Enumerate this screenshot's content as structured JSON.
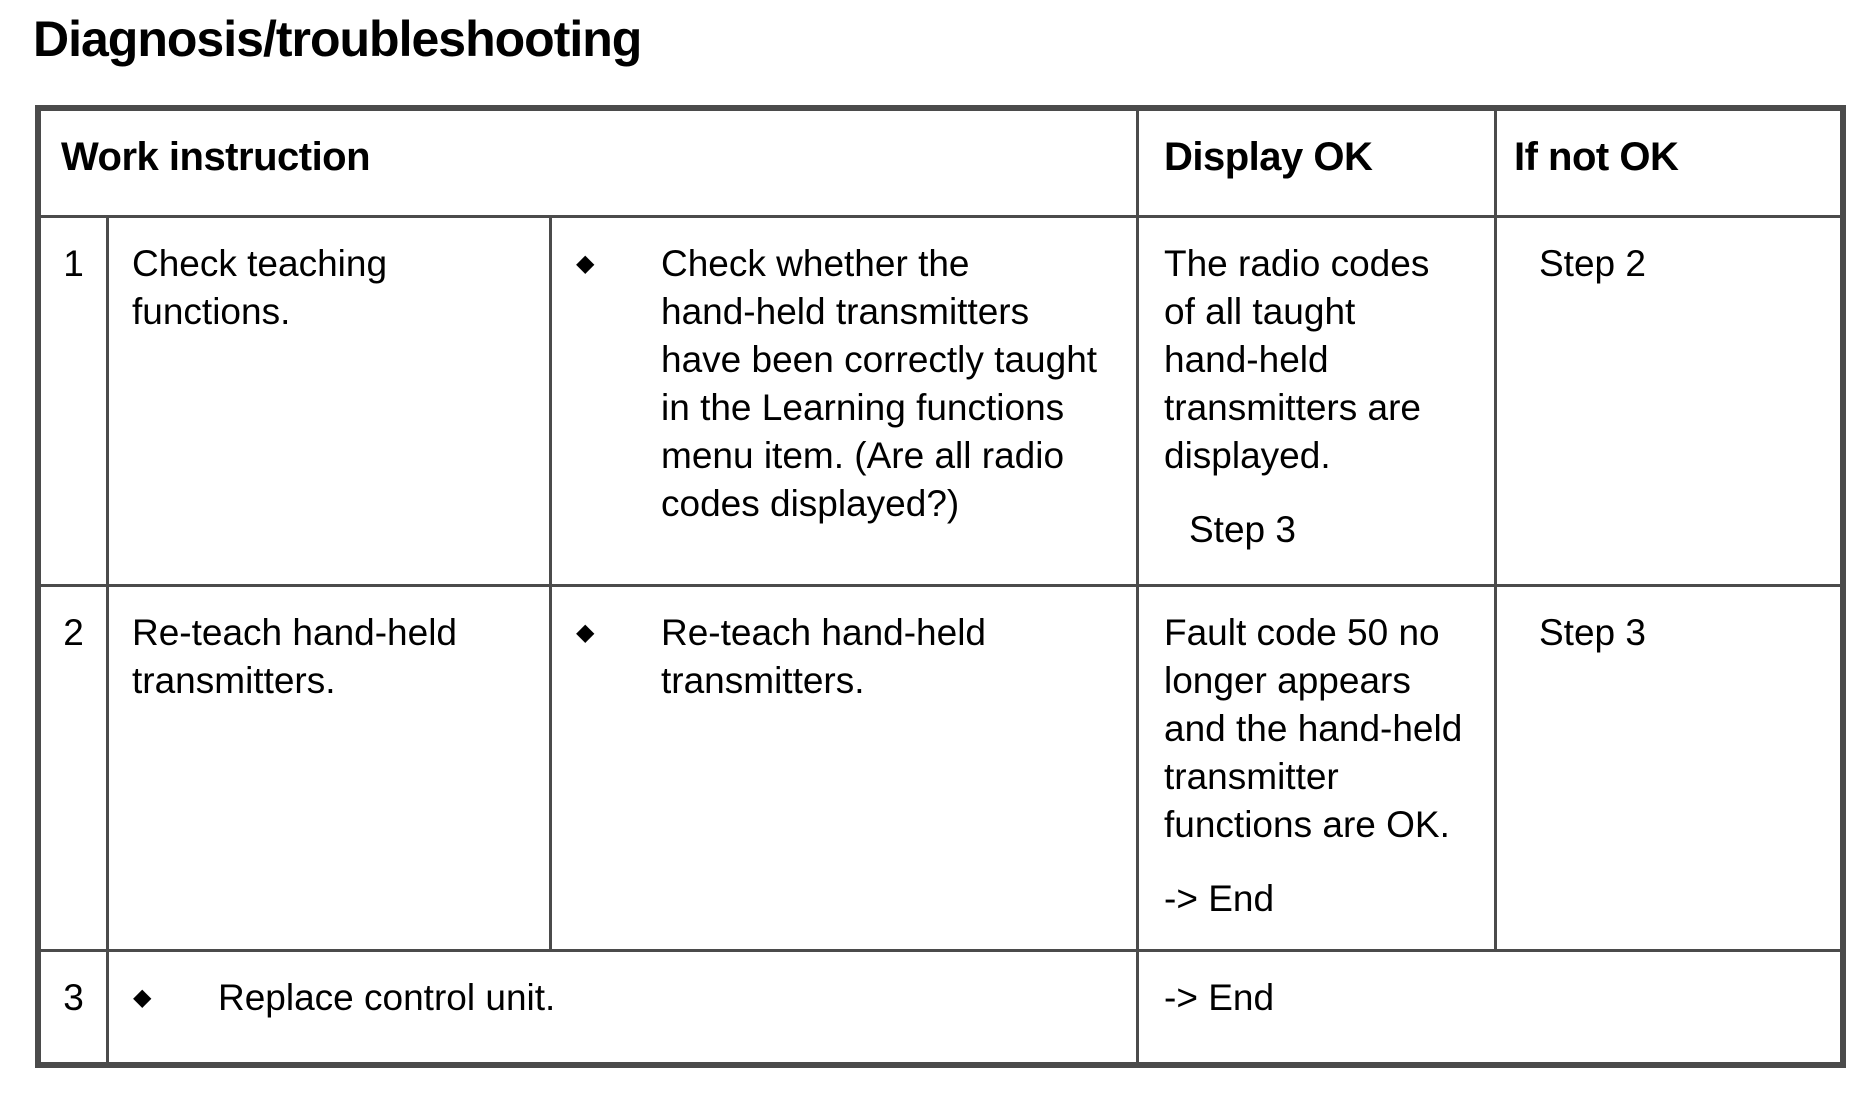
{
  "title": "Diagnosis/troubleshooting",
  "bullet_icon": "◆",
  "colors": {
    "border": "#4b4b4b",
    "text": "#000000",
    "background": "#ffffff"
  },
  "table": {
    "headers": {
      "work_instruction": "Work instruction",
      "display_ok": "Display OK",
      "if_not_ok": "If not OK"
    },
    "rows": [
      {
        "step": "1",
        "instruction": "Check teaching\nfunctions.",
        "detail": "Check whether the\nhand-held transmitters\nhave been correctly taught\nin the Learning functions\nmenu item. (Are all radio\ncodes displayed?)",
        "display_ok": "The radio codes\nof all taught\nhand-held\ntransmitters are\ndisplayed.",
        "display_ok_next": "Step 3",
        "if_not_ok": "Step 2"
      },
      {
        "step": "2",
        "instruction": "Re-teach hand-held\ntransmitters.",
        "detail": "Re-teach hand-held\ntransmitters.",
        "display_ok": "Fault code 50 no\nlonger appears\nand the hand-held\ntransmitter\nfunctions are OK.",
        "display_ok_next": "-> End",
        "if_not_ok": "Step 3"
      },
      {
        "step": "3",
        "instruction": "Replace control unit.",
        "result": "-> End"
      }
    ]
  }
}
